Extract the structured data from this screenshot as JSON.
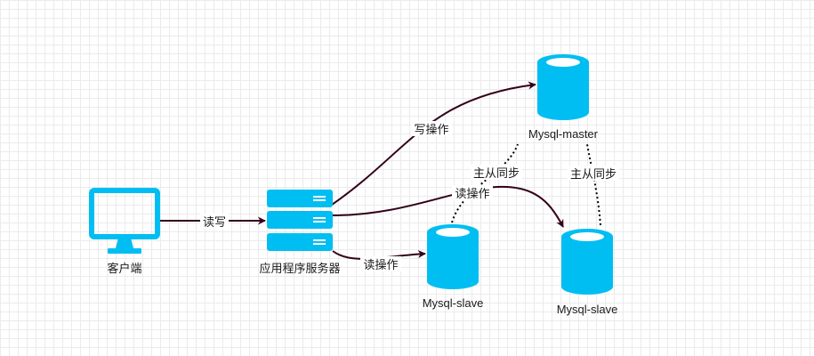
{
  "colors": {
    "node_fill": "#00bef2",
    "edge_stroke": "#33001a",
    "sync_stroke": "#000000"
  },
  "nodes": {
    "client": {
      "label": "客户端",
      "icon": "monitor-icon"
    },
    "app_server": {
      "label": "应用程序服务器",
      "icon": "server-icon"
    },
    "master": {
      "label": "Mysql-master",
      "icon": "database-icon"
    },
    "slave1": {
      "label": "Mysql-slave",
      "icon": "database-icon"
    },
    "slave2": {
      "label": "Mysql-slave",
      "icon": "database-icon"
    }
  },
  "edges": {
    "client_to_server": "读写",
    "server_to_master": "写操作",
    "server_to_slave1": "读操作",
    "server_to_slave2": "读操作",
    "sync_slave1": "主从同步",
    "sync_slave2": "主从同步"
  }
}
